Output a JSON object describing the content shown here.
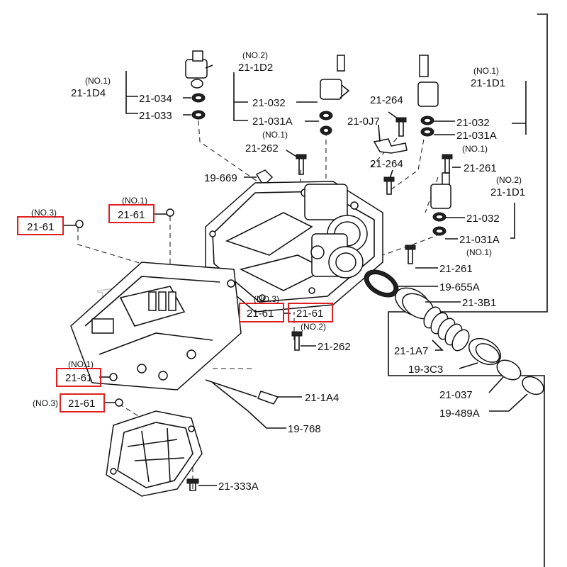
{
  "watermark": "Hi-Power",
  "labels": {
    "no1_1d4": "(NO.1)",
    "p_21_1D4": "21-1D4",
    "no2_1d2": "(NO.2)",
    "p_21_1D2": "21-1D2",
    "no1_1d1": "(NO.1)",
    "p_21_1D1": "21-1D1",
    "p_21_034": "21-034",
    "p_21_033": "21-033",
    "p_21_032_a": "21-032",
    "p_21_031A_a": "21-031A",
    "no1_262": "(NO.1)",
    "p_21_262_a": "21-262",
    "p_21_264_a": "21-264",
    "p_21_0J7": "21-0J7",
    "p_21_264_b": "21-264",
    "p_21_032_b": "21-032",
    "p_21_031A_b": "21-031A",
    "no1_031Ab": "(NO.1)",
    "p_21_261_a": "21-261",
    "no2_1d1": "(NO.2)",
    "p_21_1D1_b": "21-1D1",
    "p_21_032_c": "21-032",
    "p_21_031A_c": "21-031A",
    "no1_031Ac": "(NO.1)",
    "p_19_669": "19-669",
    "no1_61a": "(NO.1)",
    "p_21_61_a": "21-61",
    "no3_61b": "(NO.3)",
    "p_21_61_b": "21-61",
    "p_21_261_b": "21-261",
    "p_19_655A": "19-655A",
    "p_21_3B1": "21-3B1",
    "no3_61c": "(NO.3)",
    "p_21_61_c": "21-61",
    "p_21_61_d": "21-61",
    "no2_61d": "(NO.2)",
    "p_21_262_b": "21-262",
    "p_21_1A7": "21-1A7",
    "p_19_3C3": "19-3C3",
    "p_21_037": "21-037",
    "p_19_489A": "19-489A",
    "no1_61e": "(NO.1)",
    "p_21_61_e": "21-61",
    "no3_61f": "(NO.3)",
    "p_21_61_f": "21-61",
    "p_21_1A4": "21-1A4",
    "p_19_768": "19-768",
    "p_21_333A": "21-333A"
  },
  "colors": {
    "highlight": "#e02020",
    "ink": "#111111",
    "watermark": "#c8c8c8"
  }
}
